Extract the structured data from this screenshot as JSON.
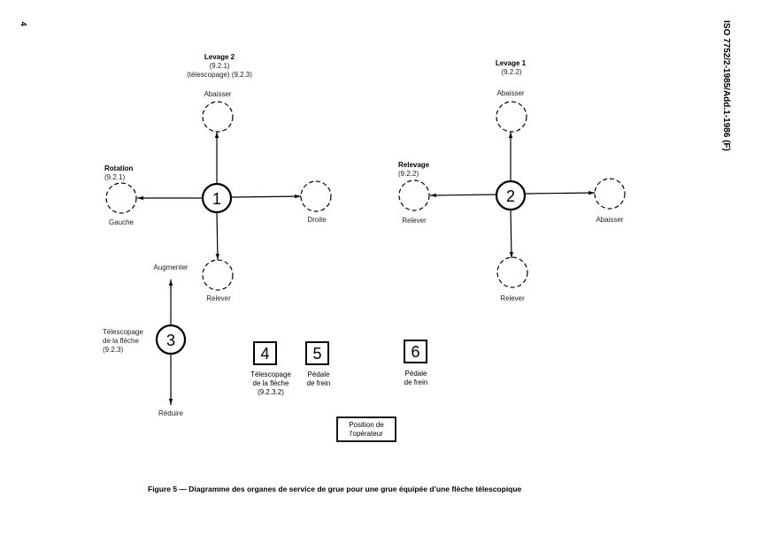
{
  "page": {
    "page_number": "4",
    "document_reference": "ISO 7752/2-1985/Add.1-1986 (F)"
  },
  "controls": {
    "c1": {
      "number": "1",
      "top_title": "Levage 2",
      "top_ref1": "(9.2.1)",
      "top_ref2": "(télescopage) (9.2.3)",
      "up_label": "Abaisser",
      "left_title": "Rotation",
      "left_ref": "(9.2.1)",
      "left_label": "Gauche",
      "right_label": "Droite",
      "down_label": "Relever"
    },
    "c2": {
      "number": "2",
      "top_title": "Levage 1",
      "top_ref": "(9.2.2)",
      "up_label": "Abaisser",
      "left_title": "Relevage",
      "left_ref": "(9.2.2)",
      "left_label": "Relever",
      "right_label": "Abaisser",
      "down_label": "Relever"
    },
    "c3": {
      "number": "3",
      "up_label": "Augmenter",
      "side_line1": "Télescopage",
      "side_line2": "de la flèche",
      "side_line3": "(9.2.3)",
      "down_label": "Réduire"
    },
    "c4": {
      "number": "4",
      "line1": "Télescopage",
      "line2": "de la flèche",
      "line3": "(9.2.3.2)"
    },
    "c5": {
      "number": "5",
      "line1": "Pédale",
      "line2": "de frein"
    },
    "c6": {
      "number": "6",
      "line1": "Pédale",
      "line2": "de frein"
    },
    "operator": {
      "line1": "Position de",
      "line2": "l'opérateur"
    }
  },
  "caption": "Figure 5 — Diagramme des organes de service de grue pour une grue équipée d’une flèche télescopique"
}
